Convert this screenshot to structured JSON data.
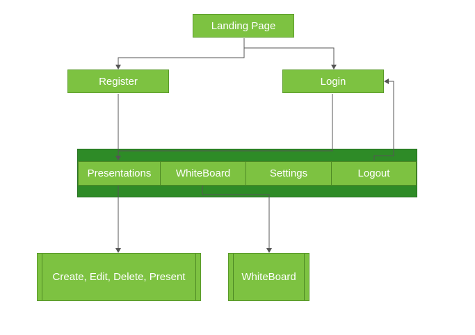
{
  "nodes": {
    "landing": "Landing Page",
    "register": "Register",
    "login": "Login",
    "create": "Create, Edit, Delete, Present",
    "whiteboard_page": "WhiteBoard"
  },
  "navbar": {
    "items": [
      "Presentations",
      "WhiteBoard",
      "Settings",
      "Logout"
    ]
  },
  "colors": {
    "node_fill": "#7dc241",
    "navbar_fill": "#2e8b27",
    "connector": "#555555"
  }
}
